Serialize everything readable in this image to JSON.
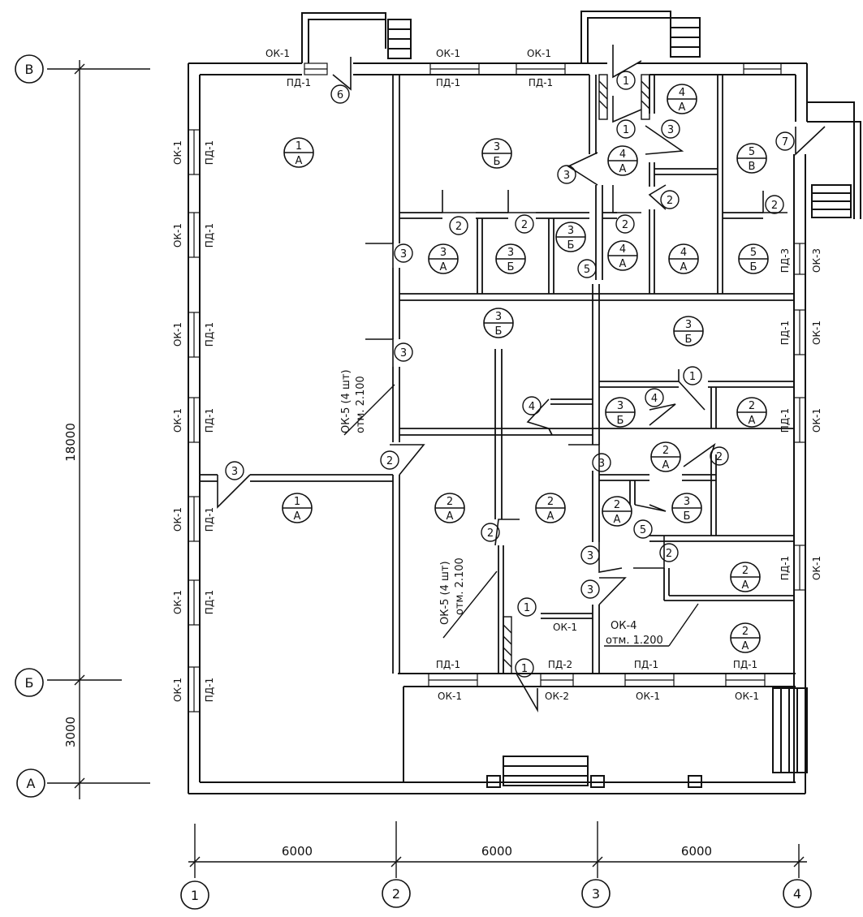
{
  "axes": {
    "horizontal": [
      "1",
      "2",
      "3",
      "4"
    ],
    "vertical": [
      "В",
      "Б",
      "А"
    ]
  },
  "dimensions": {
    "bottom": [
      "6000",
      "6000",
      "6000"
    ],
    "left_total": "18000",
    "left_lower": "3000"
  },
  "window_labels": {
    "ok1": "ОК-1",
    "pd1": "ПД-1",
    "ok2": "ОК-2",
    "pd2": "ПД-2",
    "ok3": "ОК-3",
    "pd3": "ПД-3"
  },
  "rooms": [
    {
      "num": "1",
      "cls": "А"
    },
    {
      "num": "1",
      "cls": "А"
    },
    {
      "num": "3",
      "cls": "Б"
    },
    {
      "num": "4",
      "cls": "А"
    },
    {
      "num": "4",
      "cls": "А"
    },
    {
      "num": "5",
      "cls": "В"
    },
    {
      "num": "3",
      "cls": "А"
    },
    {
      "num": "3",
      "cls": "Б"
    },
    {
      "num": "3",
      "cls": "Б"
    },
    {
      "num": "4",
      "cls": "А"
    },
    {
      "num": "4",
      "cls": "А"
    },
    {
      "num": "5",
      "cls": "Б"
    },
    {
      "num": "3",
      "cls": "Б"
    },
    {
      "num": "3",
      "cls": "Б"
    },
    {
      "num": "3",
      "cls": "Б"
    },
    {
      "num": "2",
      "cls": "А"
    },
    {
      "num": "2",
      "cls": "А"
    },
    {
      "num": "2",
      "cls": "А"
    },
    {
      "num": "2",
      "cls": "А"
    },
    {
      "num": "2",
      "cls": "А"
    },
    {
      "num": "3",
      "cls": "Б"
    },
    {
      "num": "2",
      "cls": "А"
    },
    {
      "num": "2",
      "cls": "А"
    }
  ],
  "door_marks": [
    "1",
    "1",
    "2",
    "2",
    "2",
    "2",
    "2",
    "2",
    "2",
    "2",
    "2",
    "3",
    "3",
    "3",
    "3",
    "3",
    "3",
    "3",
    "3",
    "4",
    "4",
    "5",
    "5",
    "6",
    "7",
    "1",
    "1",
    "1"
  ],
  "notes": {
    "note1_line1": "ОК-5 (4 шт)",
    "note1_line2": "отм. 2.100",
    "note2_line1": "ОК-5 (4 шт)",
    "note2_line2": "отм. 2.100",
    "note3_line1": "ОК-4",
    "note3_line2": "отм. 1.200"
  }
}
